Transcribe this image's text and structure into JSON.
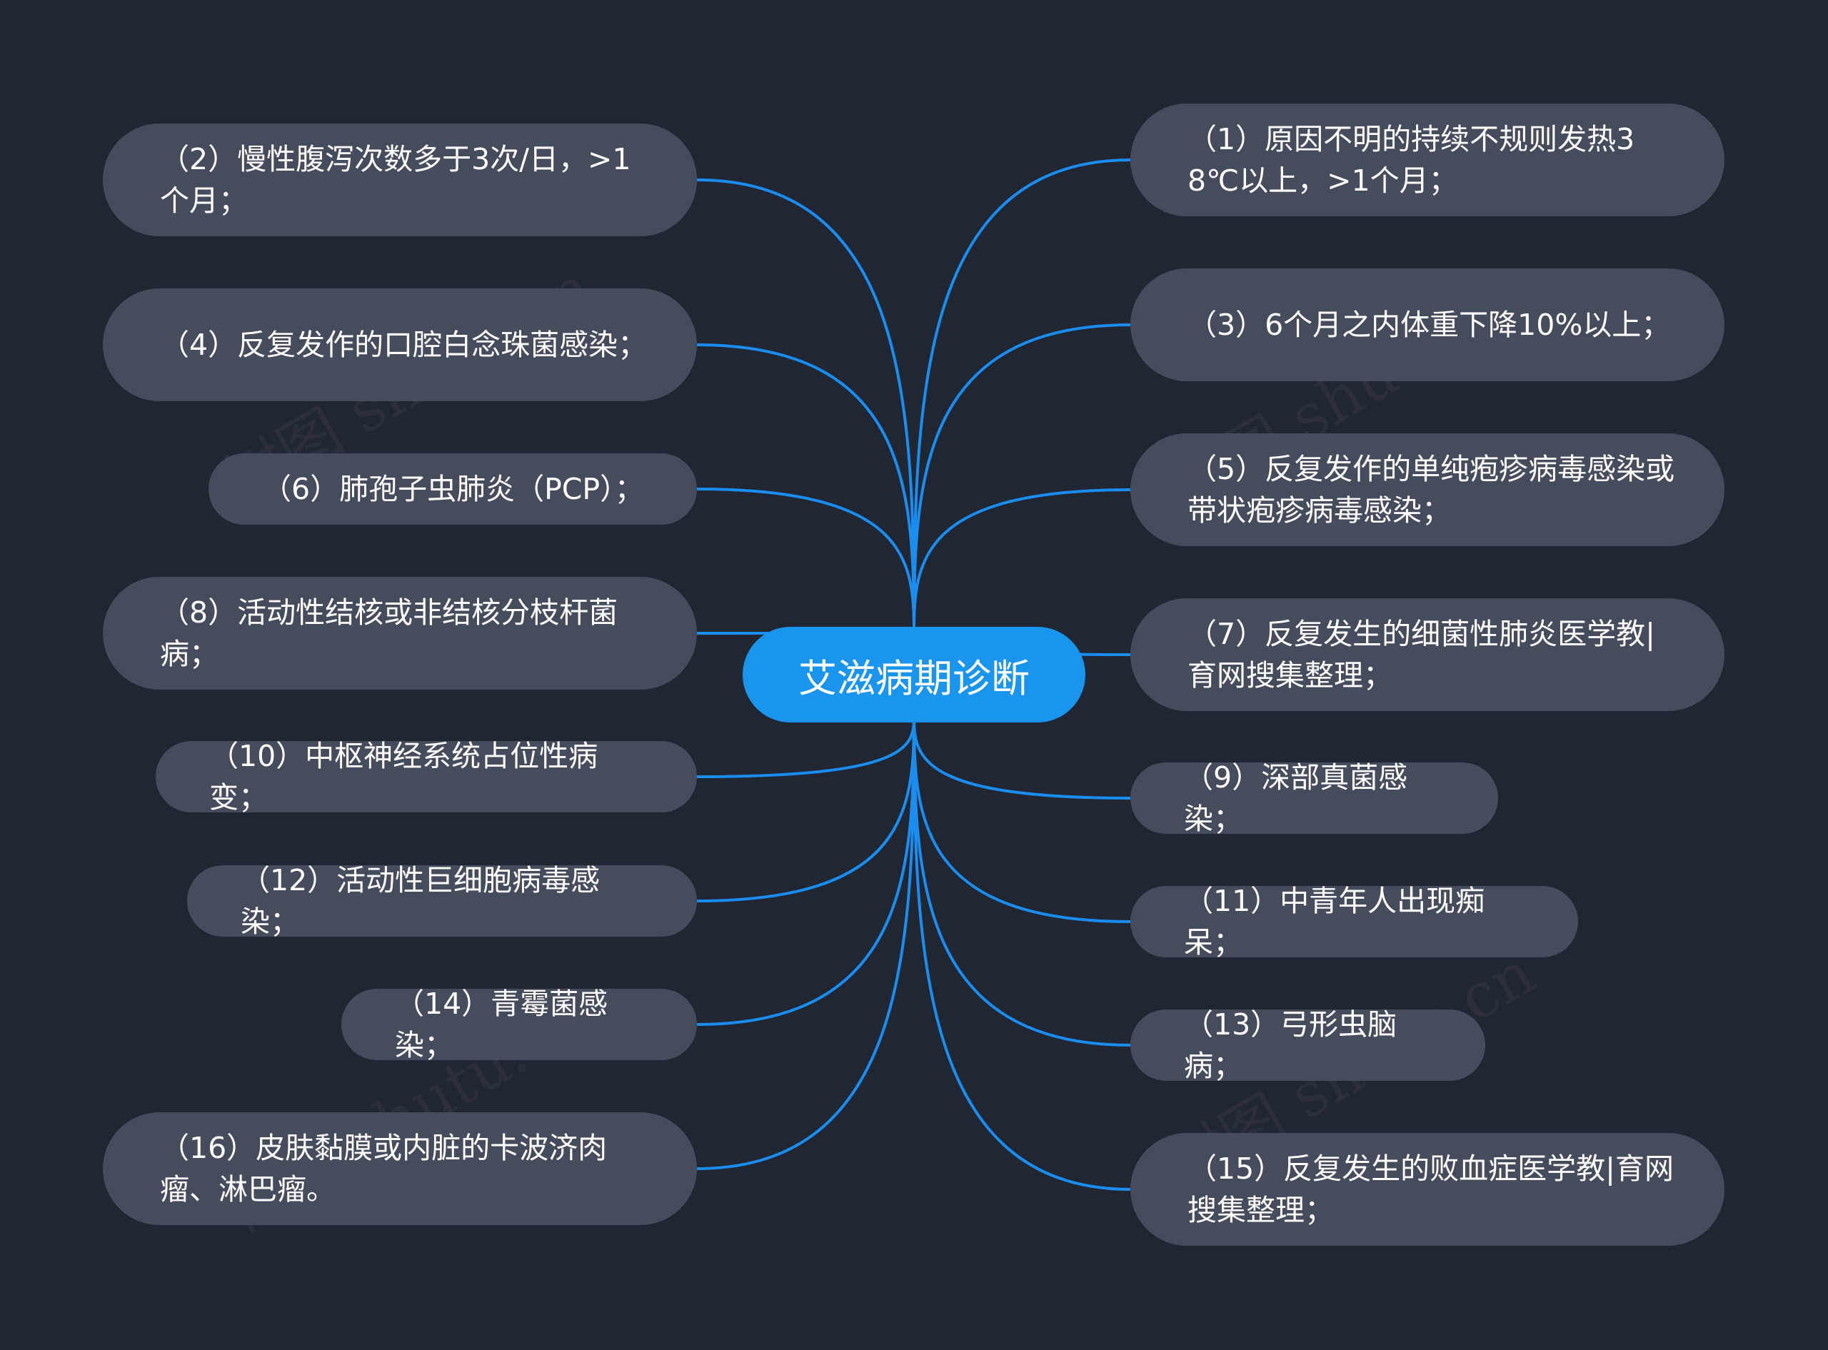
{
  "center": {
    "label": "艾滋病期诊断"
  },
  "colors": {
    "background": "#212633",
    "node": "#454c5b",
    "center": "#1a95ee",
    "link": "#1a8df0",
    "text": "#ffffff"
  },
  "nodes": [
    {
      "id": "n1",
      "side": "right",
      "text": "（1）原因不明的持续不规则发热38℃以上，>1个月；"
    },
    {
      "id": "n2",
      "side": "left",
      "text": "（2）慢性腹泻次数多于3次/日，>1个月；"
    },
    {
      "id": "n3",
      "side": "right",
      "text": "（3）6个月之内体重下降10%以上；"
    },
    {
      "id": "n4",
      "side": "left",
      "text": "（4）反复发作的口腔白念珠菌感染；"
    },
    {
      "id": "n5",
      "side": "right",
      "text": "（5）反复发作的单纯疱疹病毒感染或带状疱疹病毒感染；"
    },
    {
      "id": "n6",
      "side": "left",
      "text": "（6）肺孢子虫肺炎（PCP）；"
    },
    {
      "id": "n7",
      "side": "right",
      "text": "（7）反复发生的细菌性肺炎医学教|育网搜集整理；"
    },
    {
      "id": "n8",
      "side": "left",
      "text": "（8）活动性结核或非结核分枝杆菌病；"
    },
    {
      "id": "n9",
      "side": "right",
      "text": "（9）深部真菌感染；"
    },
    {
      "id": "n10",
      "side": "left",
      "text": "（10）中枢神经系统占位性病变；"
    },
    {
      "id": "n11",
      "side": "right",
      "text": "（11）中青年人出现痴呆；"
    },
    {
      "id": "n12",
      "side": "left",
      "text": "（12）活动性巨细胞病毒感染；"
    },
    {
      "id": "n13",
      "side": "right",
      "text": "（13）弓形虫脑病；"
    },
    {
      "id": "n14",
      "side": "left",
      "text": "（14）青霉菌感染；"
    },
    {
      "id": "n15",
      "side": "right",
      "text": "（15）反复发生的败血症医学教|育网搜集整理；"
    },
    {
      "id": "n16",
      "side": "left",
      "text": "（16）皮肤黏膜或内脏的卡波济肉瘤、淋巴瘤。"
    }
  ],
  "watermark": "树图 shutu.cn"
}
